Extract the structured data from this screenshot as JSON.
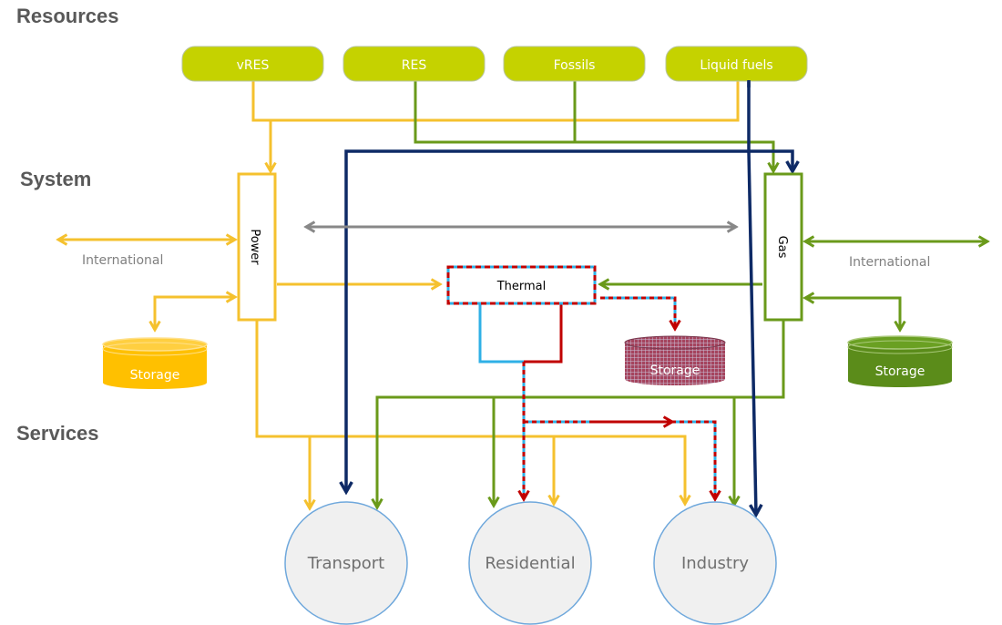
{
  "sections": {
    "resources": "Resources",
    "system": "System",
    "services": "Services"
  },
  "resources": [
    "vRES",
    "RES",
    "Fossils",
    "Liquid fuels"
  ],
  "nodes": {
    "power": "Power",
    "gas": "Gas",
    "thermal": "Thermal"
  },
  "international": {
    "left": "International",
    "right": "International"
  },
  "storage": {
    "power": "Storage",
    "thermal": "Storage",
    "gas": "Storage"
  },
  "services": [
    "Transport",
    "Residential",
    "Industry"
  ],
  "colors": {
    "resource_fill": "#c5d200",
    "power_flow": "#f5c12e",
    "gas_flow": "#6a9a1a",
    "liquid_flow": "#0e2a66",
    "heat_flow": "#c00000",
    "cold_flow": "#2fb0e6",
    "exchange": "#888888",
    "storage_power": "#ffc000",
    "storage_gas": "#5b8c1a",
    "storage_thermal": "#a5445e",
    "service_fill": "#f0f0f0",
    "service_stroke": "#6fa8dc"
  }
}
